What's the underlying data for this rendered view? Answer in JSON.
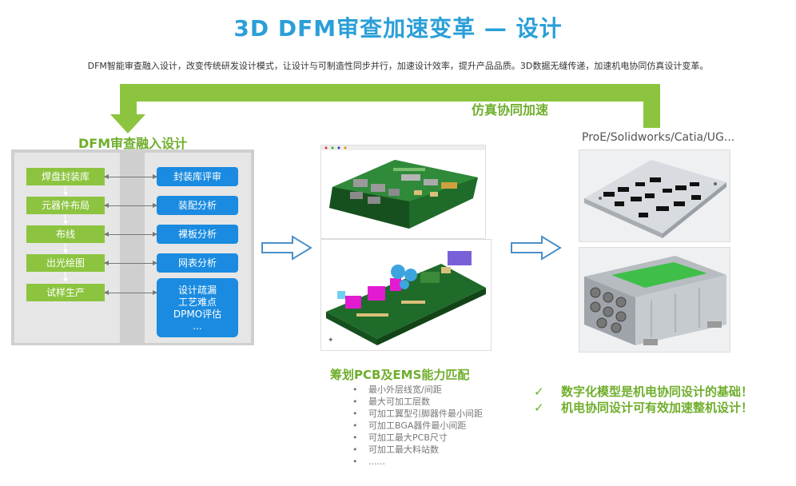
{
  "header": {
    "title": "3D DFM审查加速变革 — 设计",
    "subtitle": "DFM智能审查融入设计，改变传统研发设计模式，让设计与可制造性同步并行，加速设计效率，提升产品品质。3D数据无缝传递，加速机电协同仿真设计变革。"
  },
  "feedback_loop": {
    "label": "仿真协同加速"
  },
  "dfm": {
    "title": "DFM审查融入设计",
    "steps": [
      "焊盘封装库",
      "元器件布局",
      "布线",
      "出光绘图",
      "试样生产"
    ],
    "checks": [
      "封装库评审",
      "装配分析",
      "裸板分析",
      "网表分析"
    ],
    "summary_lines": [
      "设计疏漏",
      "工艺难点",
      "DPMO评估",
      "..."
    ]
  },
  "pcb_section": {
    "heading": "筹划PCB及EMS能力匹配",
    "items": [
      "最小外层线宽/间距",
      "最大可加工层数",
      "可加工翼型引脚器件最小间距",
      "可加工BGA器件最小间距",
      "可加工最大PCB尺寸",
      "可加工最大料站数",
      "......"
    ]
  },
  "cad": {
    "label": "ProE/Solidworks/Catia/UG..."
  },
  "conclusions": [
    {
      "icon": "check-icon",
      "mark": "✓",
      "text": "数字化模型是机电协同设计的基础！"
    },
    {
      "icon": "check-icon",
      "mark": "✓",
      "text": "机电协同设计可有效加速整机设计！"
    }
  ],
  "colors": {
    "title": "#2a9fd8",
    "green": "#8cc43f",
    "green_text": "#6fae2c",
    "blue_box": "#1a8be0"
  }
}
